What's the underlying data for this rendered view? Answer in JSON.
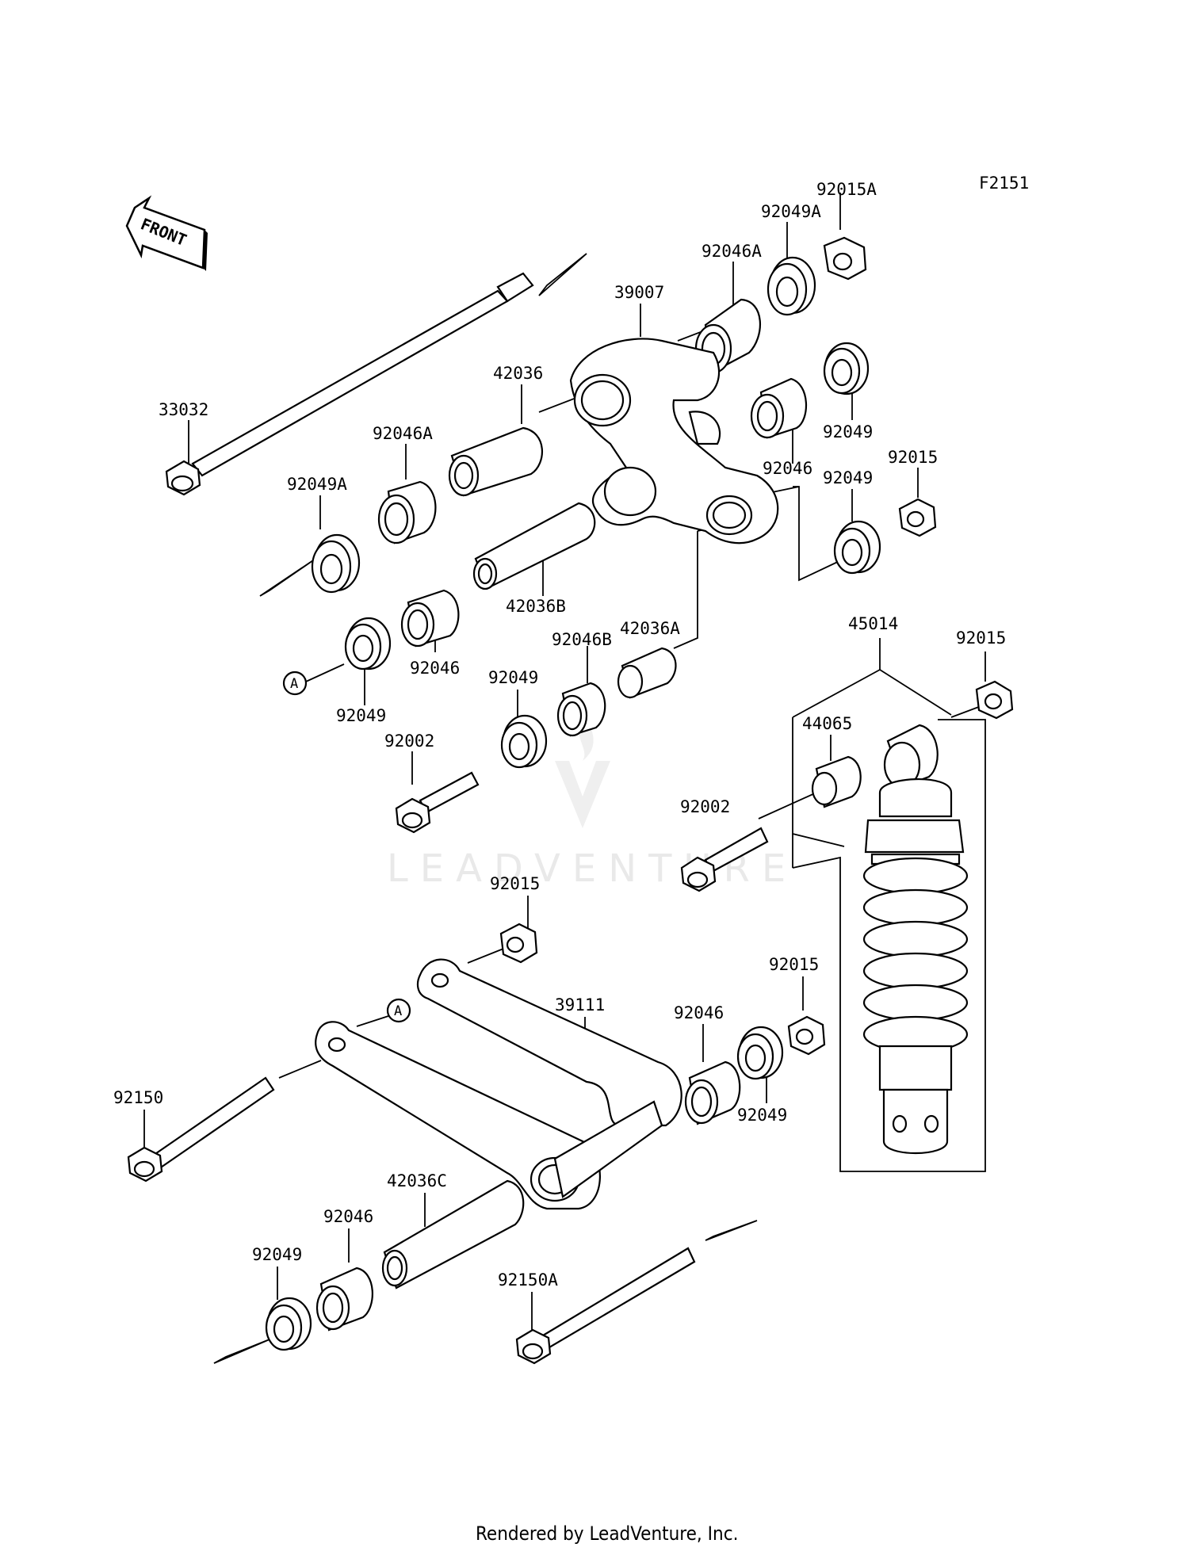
{
  "diagram_id": "F2151",
  "front_label": "FRONT",
  "watermark": "LEADVENTURE",
  "footer": "Rendered by LeadVenture, Inc.",
  "callout_ref": "A",
  "parts": [
    {
      "label": "92015A"
    },
    {
      "label": "92049A"
    },
    {
      "label": "92046A"
    },
    {
      "label": "39007"
    },
    {
      "label": "42036"
    },
    {
      "label": "33032"
    },
    {
      "label": "92046A"
    },
    {
      "label": "92049A"
    },
    {
      "label": "92049"
    },
    {
      "label": "92046"
    },
    {
      "label": "92015"
    },
    {
      "label": "92049"
    },
    {
      "label": "42036B"
    },
    {
      "label": "42036A"
    },
    {
      "label": "92046B"
    },
    {
      "label": "92046"
    },
    {
      "label": "92049"
    },
    {
      "label": "92049"
    },
    {
      "label": "92002"
    },
    {
      "label": "45014"
    },
    {
      "label": "92015"
    },
    {
      "label": "44065"
    },
    {
      "label": "92002"
    },
    {
      "label": "92015"
    },
    {
      "label": "39111"
    },
    {
      "label": "92015"
    },
    {
      "label": "92046"
    },
    {
      "label": "92049"
    },
    {
      "label": "92150"
    },
    {
      "label": "42036C"
    },
    {
      "label": "92046"
    },
    {
      "label": "92049"
    },
    {
      "label": "92150A"
    }
  ]
}
